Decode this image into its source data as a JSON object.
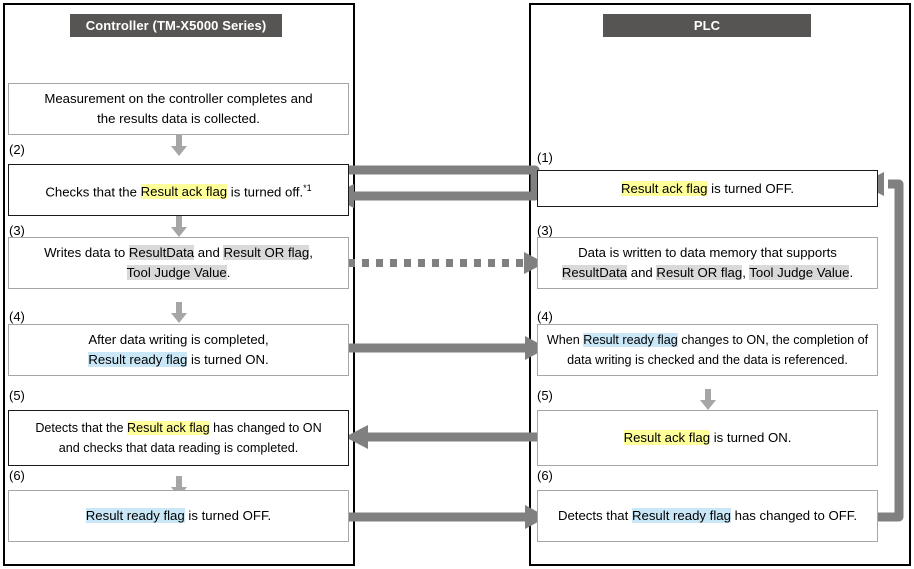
{
  "diagram": {
    "title": "Controller / PLC result data handshake sequence",
    "colors": {
      "badge_bg": "#575553",
      "badge_text": "#ffffff",
      "highlight_yellow": "#ffff99",
      "highlight_blue": "#c9e7f7",
      "highlight_gray": "#d9d9d9",
      "arrow_gray": "#808080",
      "box_border": "#a6a6a6",
      "column_border": "#000000",
      "background": "#ffffff"
    },
    "columns": [
      {
        "id": "controller",
        "title": "Controller (TM-X5000 Series)"
      },
      {
        "id": "plc",
        "title": "PLC"
      }
    ],
    "controller_steps": [
      {
        "number": "",
        "lines": [
          [
            {
              "t": "Measurement on the controller completes and",
              "hl": "none"
            }
          ],
          [
            {
              "t": "the results data is collected.",
              "hl": "none"
            }
          ]
        ]
      },
      {
        "number": "(2)",
        "lines": [
          [
            {
              "t": "Checks that the ",
              "hl": "none"
            },
            {
              "t": "Result ack flag",
              "hl": "yellow"
            },
            {
              "t": " is turned off.",
              "hl": "none"
            },
            {
              "t": "*1",
              "hl": "footnote"
            }
          ]
        ]
      },
      {
        "number": "(3)",
        "lines": [
          [
            {
              "t": "Writes data to ",
              "hl": "none"
            },
            {
              "t": "ResultData",
              "hl": "gray"
            },
            {
              "t": " and ",
              "hl": "none"
            },
            {
              "t": "Result OR flag",
              "hl": "gray"
            },
            {
              "t": ",",
              "hl": "none"
            }
          ],
          [
            {
              "t": "Tool Judge Value",
              "hl": "gray"
            },
            {
              "t": ".",
              "hl": "none"
            }
          ]
        ]
      },
      {
        "number": "(4)",
        "lines": [
          [
            {
              "t": "After data writing is completed,",
              "hl": "none"
            }
          ],
          [
            {
              "t": "Result ready flag",
              "hl": "blue"
            },
            {
              "t": " is turned ON.",
              "hl": "none"
            }
          ]
        ]
      },
      {
        "number": "(5)",
        "lines": [
          [
            {
              "t": "Detects that the ",
              "hl": "none"
            },
            {
              "t": "Result ack flag",
              "hl": "yellow"
            },
            {
              "t": " has changed to ON",
              "hl": "none"
            }
          ],
          [
            {
              "t": "and checks that data reading is completed.",
              "hl": "none"
            }
          ]
        ]
      },
      {
        "number": "(6)",
        "lines": [
          [
            {
              "t": "Result ready flag",
              "hl": "blue"
            },
            {
              "t": " is turned OFF.",
              "hl": "none"
            }
          ]
        ]
      }
    ],
    "plc_steps": [
      {
        "number": "(1)",
        "lines": [
          [
            {
              "t": "Result ack flag",
              "hl": "yellow"
            },
            {
              "t": " is turned OFF.",
              "hl": "none"
            }
          ]
        ]
      },
      {
        "number": "(3)",
        "lines": [
          [
            {
              "t": "Data is written to data memory that supports",
              "hl": "none"
            }
          ],
          [
            {
              "t": "ResultData",
              "hl": "gray"
            },
            {
              "t": " and ",
              "hl": "none"
            },
            {
              "t": "Result OR flag",
              "hl": "gray"
            },
            {
              "t": ", ",
              "hl": "none"
            },
            {
              "t": "Tool Judge Value",
              "hl": "gray"
            },
            {
              "t": ".",
              "hl": "none"
            }
          ]
        ]
      },
      {
        "number": "(4)",
        "lines": [
          [
            {
              "t": "When ",
              "hl": "none"
            },
            {
              "t": "Result ready flag",
              "hl": "blue"
            },
            {
              "t": " changes to ON, the completion of",
              "hl": "none"
            }
          ],
          [
            {
              "t": "data writing is checked and the data is referenced.",
              "hl": "none"
            }
          ]
        ]
      },
      {
        "number": "(5)",
        "lines": [
          [
            {
              "t": "Result ack flag",
              "hl": "yellow"
            },
            {
              "t": " is turned ON.",
              "hl": "none"
            }
          ]
        ]
      },
      {
        "number": "(6)",
        "lines": [
          [
            {
              "t": "Detects that ",
              "hl": "none"
            },
            {
              "t": "Result ready flag",
              "hl": "blue"
            },
            {
              "t": " has changed to OFF.",
              "hl": "none"
            }
          ]
        ]
      }
    ],
    "connectors": [
      {
        "id": "plc1-to-ctrl2",
        "style": "solid",
        "direction": "right-to-left-loop"
      },
      {
        "id": "ctrl3-to-plc3",
        "style": "dotted",
        "direction": "left-to-right"
      },
      {
        "id": "ctrl4-to-plc4",
        "style": "solid",
        "direction": "left-to-right"
      },
      {
        "id": "plc5-to-ctrl5",
        "style": "solid",
        "direction": "right-to-left"
      },
      {
        "id": "ctrl6-to-plc6",
        "style": "solid",
        "direction": "left-to-right"
      },
      {
        "id": "plc6-to-plc1",
        "style": "solid",
        "direction": "loop-back-to-top"
      }
    ]
  }
}
